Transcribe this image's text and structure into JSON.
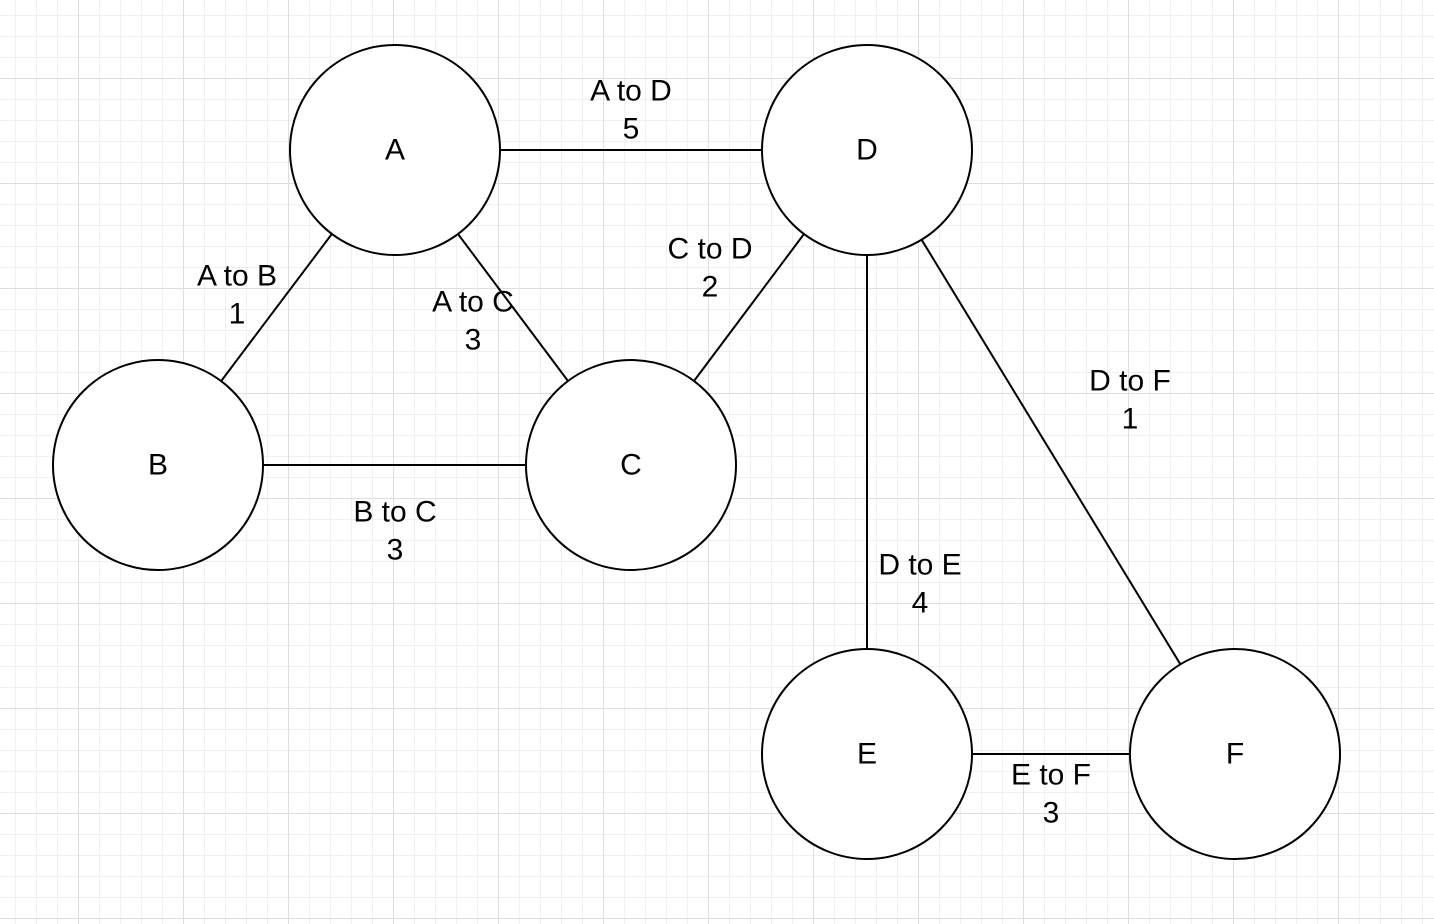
{
  "diagram": {
    "nodes": [
      {
        "id": "A",
        "label": "A"
      },
      {
        "id": "B",
        "label": "B"
      },
      {
        "id": "C",
        "label": "C"
      },
      {
        "id": "D",
        "label": "D"
      },
      {
        "id": "E",
        "label": "E"
      },
      {
        "id": "F",
        "label": "F"
      }
    ],
    "edges": [
      {
        "id": "A-D",
        "from": "A",
        "to": "D",
        "label": "A to D",
        "weight": "5"
      },
      {
        "id": "A-B",
        "from": "A",
        "to": "B",
        "label": "A to B",
        "weight": "1"
      },
      {
        "id": "A-C",
        "from": "A",
        "to": "C",
        "label": "A to C",
        "weight": "3"
      },
      {
        "id": "B-C",
        "from": "B",
        "to": "C",
        "label": "B to C",
        "weight": "3"
      },
      {
        "id": "C-D",
        "from": "C",
        "to": "D",
        "label": "C to D",
        "weight": "2"
      },
      {
        "id": "D-E",
        "from": "D",
        "to": "E",
        "label": "D to E",
        "weight": "4"
      },
      {
        "id": "D-F",
        "from": "D",
        "to": "F",
        "label": "D to F",
        "weight": "1"
      },
      {
        "id": "E-F",
        "from": "E",
        "to": "F",
        "label": "E to F",
        "weight": "3"
      }
    ]
  }
}
